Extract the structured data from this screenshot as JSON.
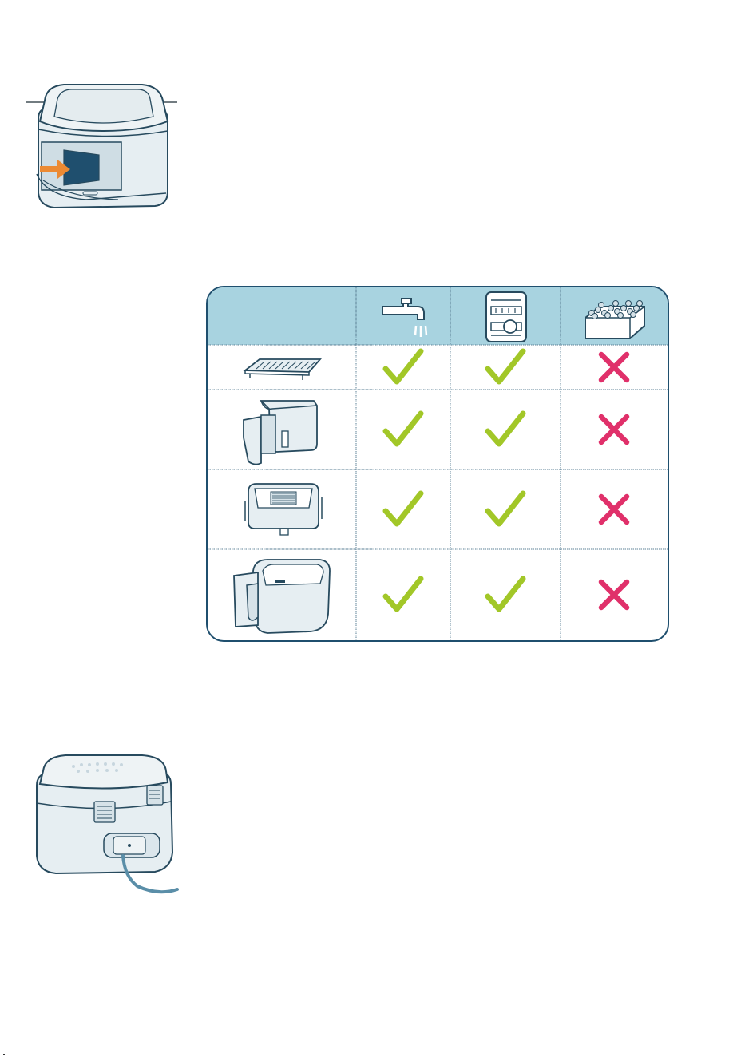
{
  "page": {
    "background": "#ffffff"
  },
  "illustrations": [
    {
      "id": "airfryer-insert-divider",
      "icon": "air-fryer-divider-insert-illustration"
    },
    {
      "id": "airfryer-back-with-cord",
      "icon": "air-fryer-back-cord-illustration"
    }
  ],
  "care_table": {
    "colors": {
      "border": "#1f4f6e",
      "header_bg": "#a8d3e0",
      "check": "#a2c728",
      "cross": "#e0306a",
      "line": "#5a7f95"
    },
    "columns": [
      {
        "id": "hand-wash",
        "icon": "water-tap-icon"
      },
      {
        "id": "dishwasher",
        "icon": "dishwasher-icon"
      },
      {
        "id": "abrasive-sponge",
        "icon": "abrasive-sponge-icon"
      }
    ],
    "rows": [
      {
        "item_icon": "crisper-plate-icon",
        "marks": [
          "check",
          "check",
          "cross"
        ]
      },
      {
        "item_icon": "drawer-with-handle-icon",
        "marks": [
          "check",
          "check",
          "cross"
        ]
      },
      {
        "item_icon": "inner-basket-icon",
        "marks": [
          "check",
          "check",
          "cross"
        ]
      },
      {
        "item_icon": "large-drawer-icon",
        "marks": [
          "check",
          "check",
          "cross"
        ]
      }
    ]
  }
}
